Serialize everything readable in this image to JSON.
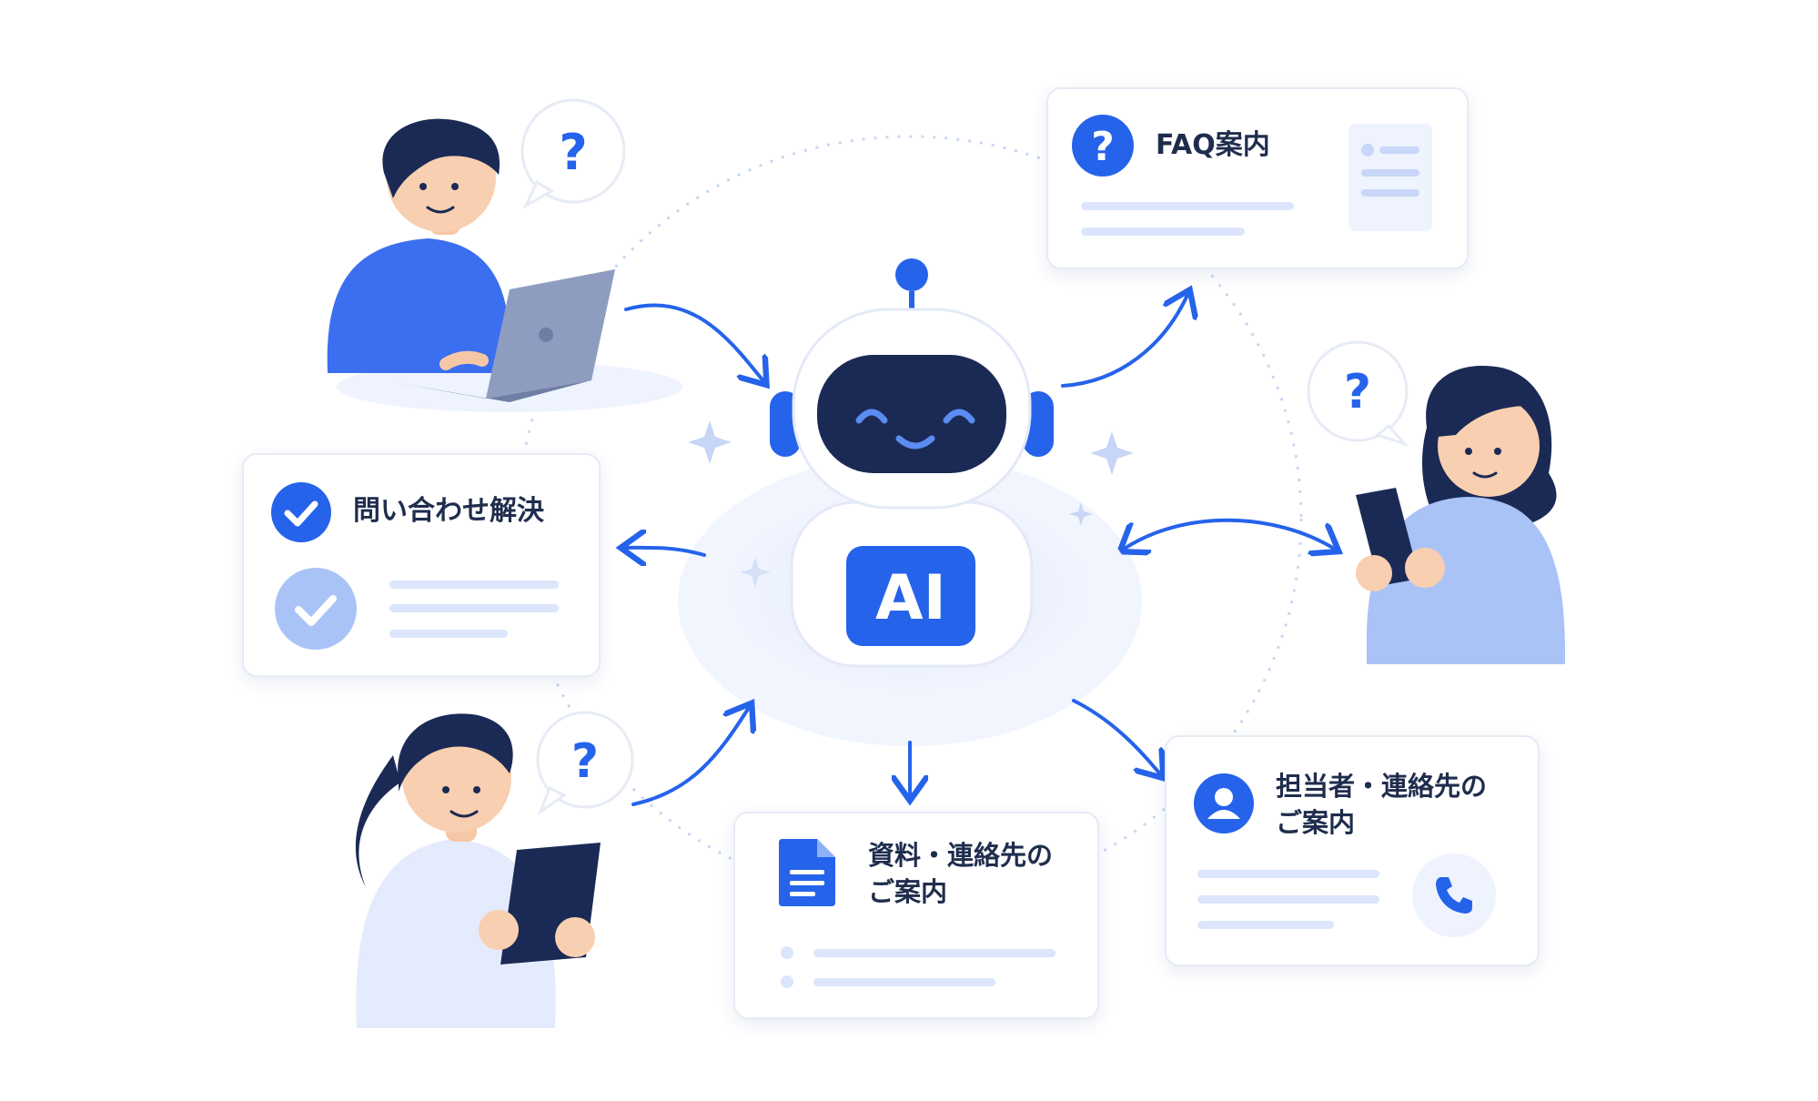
{
  "robot": {
    "badge": "AI"
  },
  "cards": {
    "faq": {
      "label": "FAQ案内",
      "icon": "question-circle-icon"
    },
    "resolved": {
      "label": "問い合わせ解決",
      "icon": "check-circle-icon"
    },
    "documents": {
      "label_line1": "資料・連絡先の",
      "label_line2": "ご案内",
      "icon": "document-icon"
    },
    "contact": {
      "label_line1": "担当者・連絡先の",
      "label_line2": "ご案内",
      "icon": "user-circle-icon",
      "action_icon": "phone-icon"
    }
  },
  "bubbles": {
    "symbol": "?"
  },
  "colors": {
    "primary": "#2563eb",
    "navy": "#1b2a55",
    "light_blue": "#a9c3f7",
    "pale_blue": "#e9effd",
    "card_border": "#e6ebf5"
  }
}
